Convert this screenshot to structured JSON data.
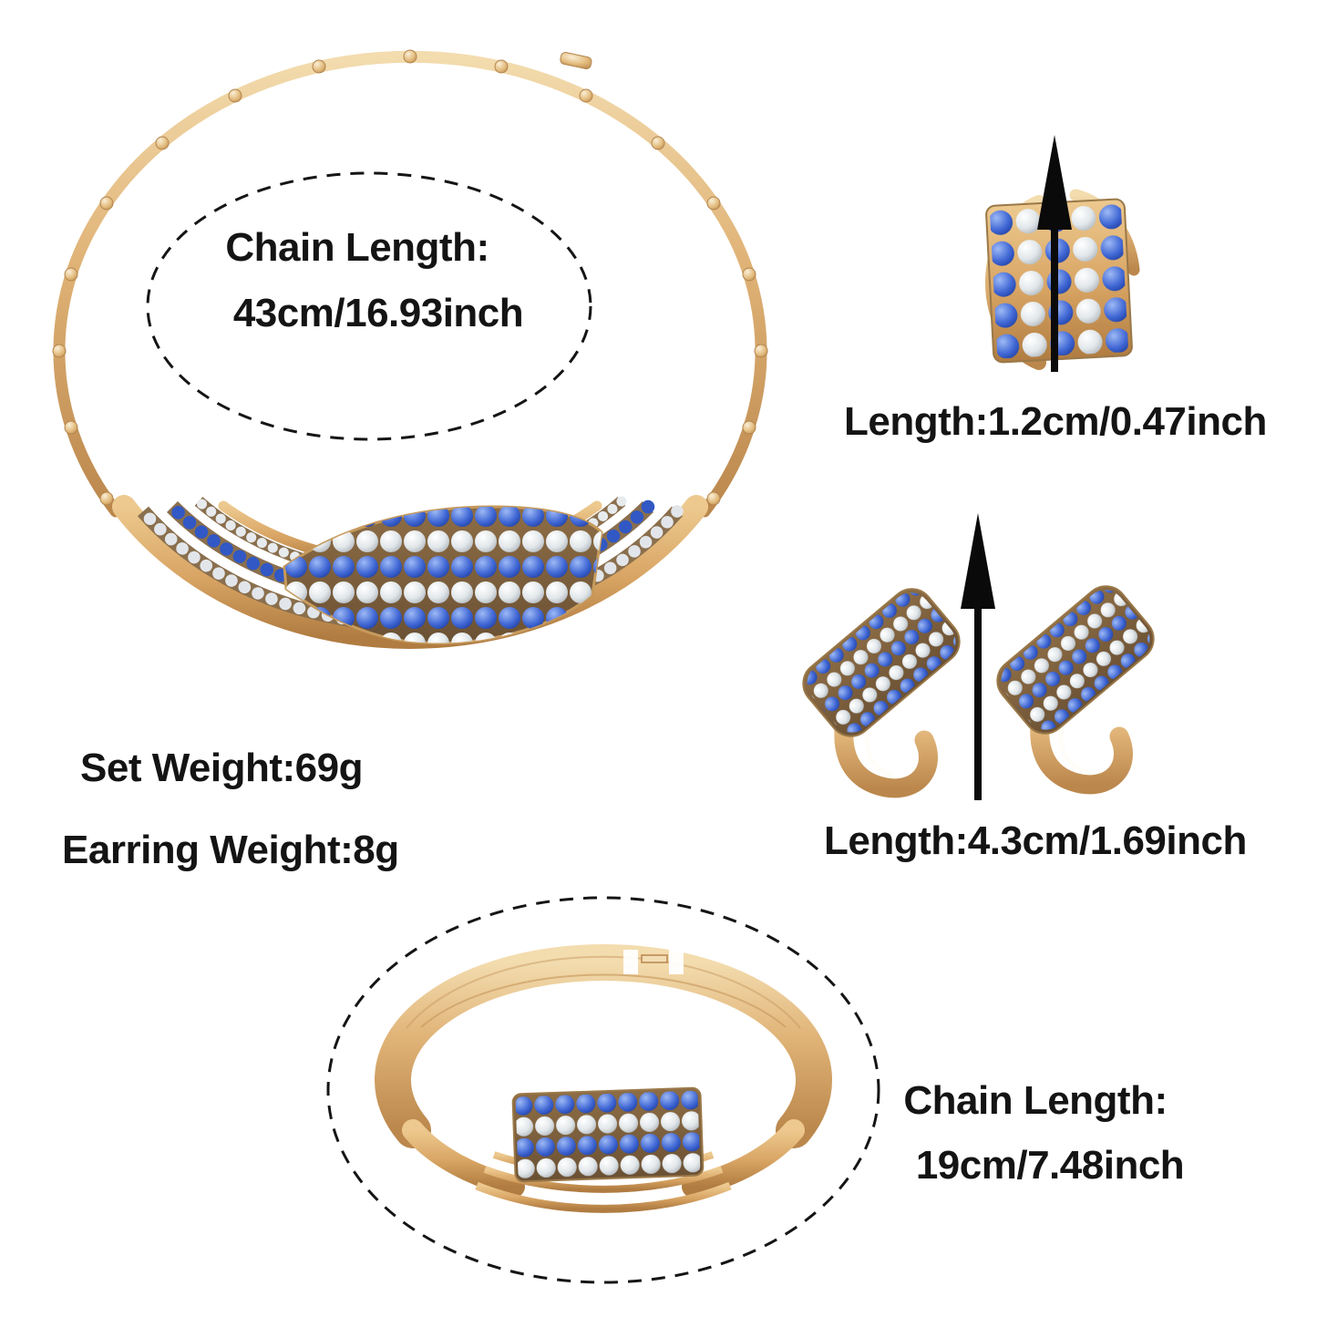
{
  "annotations": {
    "necklace": {
      "line1": "Chain Length:",
      "line2": "43cm/16.93inch"
    },
    "ring": {
      "label": "Length:1.2cm/0.47inch"
    },
    "earrings": {
      "label": "Length:4.3cm/1.69inch"
    },
    "weights": {
      "set": "Set Weight:69g",
      "earrings": "Earring Weight:8g"
    },
    "bracelet": {
      "line1": "Chain Length:",
      "line2": "19cm/7.48inch"
    }
  },
  "colors": {
    "gold": "#DCAE72",
    "gold_light": "#F4E0B4",
    "gold_dark": "#B5804A",
    "stone_blue": "#2F55BE",
    "stone_white": "#E4E8EB",
    "arrow": "#0A0A0A",
    "text": "#141414",
    "background": "#FFFFFF"
  }
}
